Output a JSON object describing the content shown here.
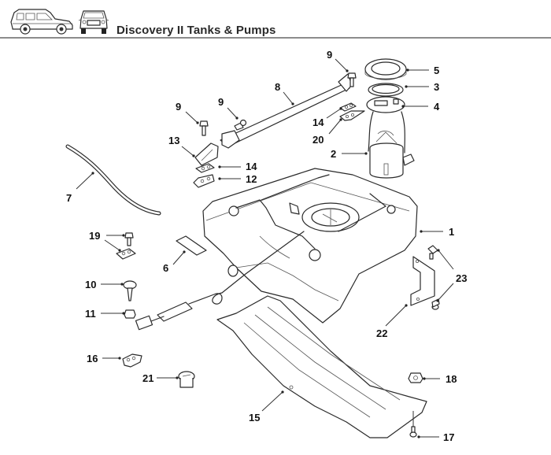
{
  "header": {
    "title": "Discovery II Tanks & Pumps",
    "icons": [
      "vehicle-side-view-icon",
      "vehicle-front-view-icon"
    ]
  },
  "diagram": {
    "subject": "Fuel tank and pump assembly exploded view",
    "callouts": [
      {
        "id": "c1",
        "label": "1"
      },
      {
        "id": "c2",
        "label": "2"
      },
      {
        "id": "c3",
        "label": "3"
      },
      {
        "id": "c4",
        "label": "4"
      },
      {
        "id": "c5",
        "label": "5"
      },
      {
        "id": "c6",
        "label": "6"
      },
      {
        "id": "c7",
        "label": "7"
      },
      {
        "id": "c8",
        "label": "8"
      },
      {
        "id": "c9a",
        "label": "9"
      },
      {
        "id": "c9b",
        "label": "9"
      },
      {
        "id": "c9c",
        "label": "9"
      },
      {
        "id": "c10",
        "label": "10"
      },
      {
        "id": "c11",
        "label": "11"
      },
      {
        "id": "c12",
        "label": "12"
      },
      {
        "id": "c13",
        "label": "13"
      },
      {
        "id": "c14a",
        "label": "14"
      },
      {
        "id": "c14b",
        "label": "14"
      },
      {
        "id": "c15",
        "label": "15"
      },
      {
        "id": "c16",
        "label": "16"
      },
      {
        "id": "c17",
        "label": "17"
      },
      {
        "id": "c18",
        "label": "18"
      },
      {
        "id": "c19",
        "label": "19"
      },
      {
        "id": "c20",
        "label": "20"
      },
      {
        "id": "c21",
        "label": "21"
      },
      {
        "id": "c22",
        "label": "22"
      },
      {
        "id": "c23",
        "label": "23"
      }
    ]
  }
}
